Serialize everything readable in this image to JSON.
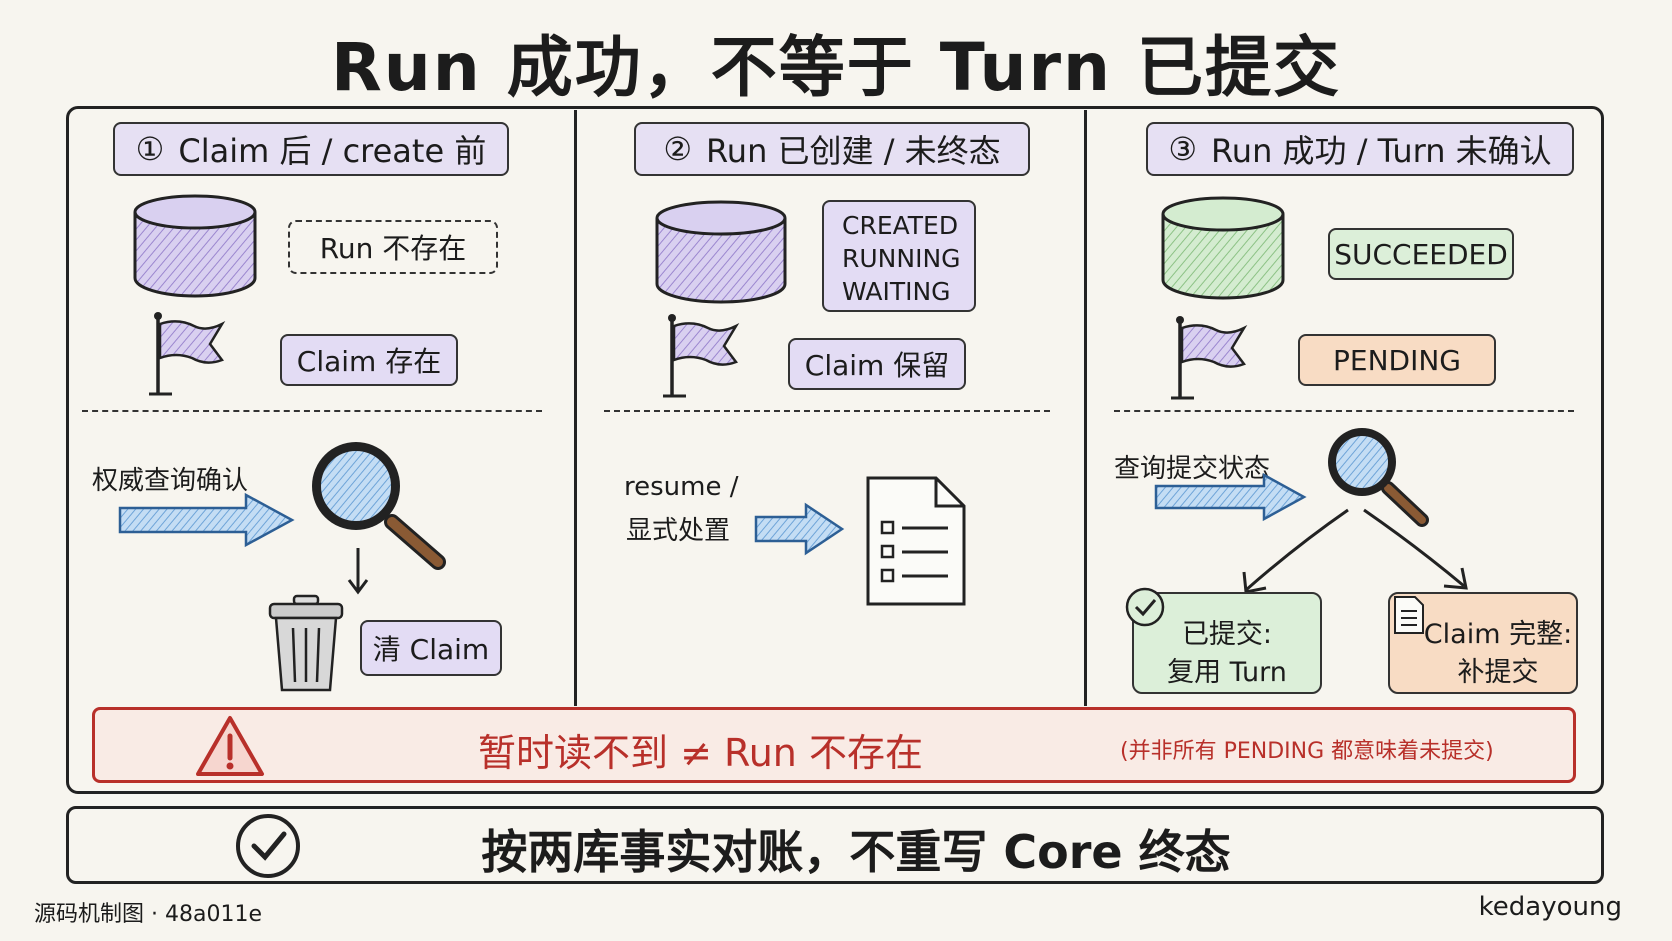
{
  "title": "Run 成功，不等于 Turn 已提交",
  "panels": [
    {
      "number": "①",
      "header": "Claim 后 / create 前",
      "db_state": "Run 不存在",
      "flag_state": "Claim 存在",
      "action_label": "权威查询确认",
      "result_label": "清 Claim"
    },
    {
      "number": "②",
      "header": "Run 已创建 / 未终态",
      "db_states": [
        "CREATED",
        "RUNNING",
        "WAITING"
      ],
      "flag_state": "Claim 保留",
      "action_label_line1": "resume /",
      "action_label_line2": "显式处置"
    },
    {
      "number": "③",
      "header": "Run 成功 / Turn 未确认",
      "db_state": "SUCCEEDED",
      "flag_state": "PENDING",
      "action_label": "查询提交状态",
      "branch_left_line1": "已提交:",
      "branch_left_line2": "复用 Turn",
      "branch_right_line1": "Claim 完整:",
      "branch_right_line2": "补提交"
    }
  ],
  "warning": {
    "main": "暂时读不到 ≠ Run 不存在",
    "note": "(并非所有 PENDING 都意味着未提交)"
  },
  "conclusion": "按两库事实对账，不重写 Core 终态",
  "footer": {
    "source": "源码机制图 · 48a011e",
    "author": "kedayoung"
  },
  "colors": {
    "purple": "#e3dcf4",
    "green": "#dcefd9",
    "orange": "#f8dcc4",
    "blue": "#a9cdee",
    "warning_red": "#b8302a"
  },
  "icons": [
    "database-icon",
    "flag-icon",
    "magnifier-icon",
    "arrow-icon",
    "trash-icon",
    "document-icon",
    "check-icon",
    "warning-icon"
  ]
}
